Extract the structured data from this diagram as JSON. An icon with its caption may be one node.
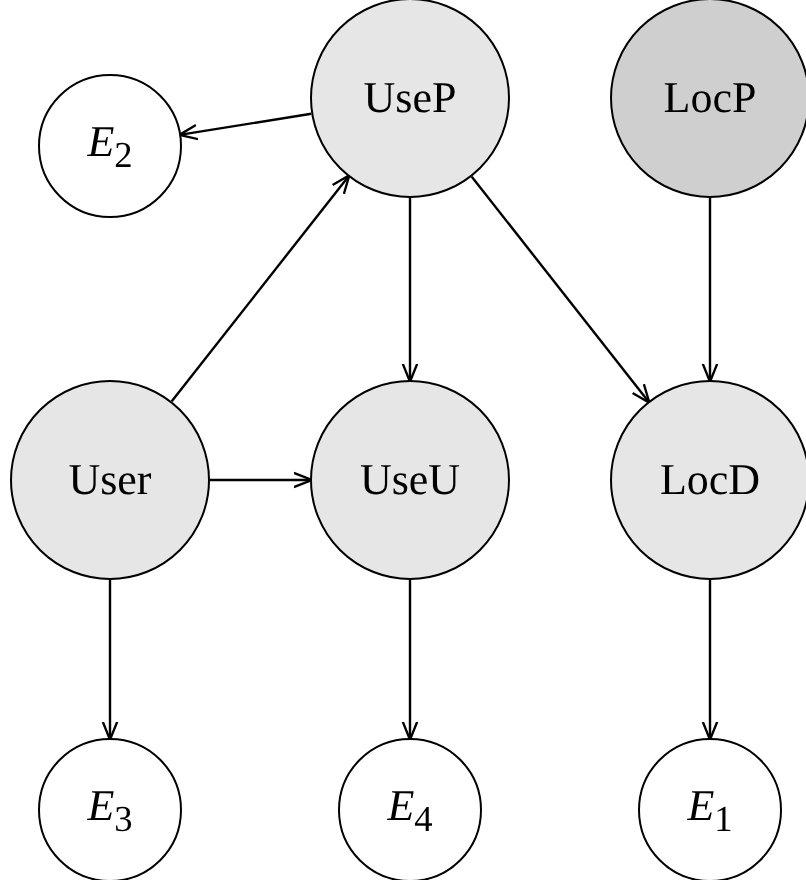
{
  "diagram": {
    "nodes": [
      {
        "text": [
          "UseP"
        ]
      },
      {
        "text": [
          "LocP"
        ]
      },
      {
        "text": [
          "*E*$_{2}$"
        ]
      },
      {
        "text": [
          "User"
        ]
      },
      {
        "text": [
          "UseU"
        ]
      },
      {
        "text": [
          "LocD"
        ]
      },
      {
        "text": [
          "*E*$_{3}$"
        ]
      },
      {
        "text": [
          "*E*$_{4}$"
        ]
      },
      {
        "text": [
          "*E*$_{1}$"
        ]
      }
    ],
    "edges": [
      {
        "from": 0,
        "to": 2,
        "arrow": "to"
      },
      {
        "from": 0,
        "to": 4,
        "arrow": "to"
      },
      {
        "from": 0,
        "to": 5,
        "arrow": "to"
      },
      {
        "from": 1,
        "to": 5,
        "arrow": "to"
      },
      {
        "from": 3,
        "to": 0,
        "arrow": "to"
      },
      {
        "from": 3,
        "to": 4,
        "arrow": "to"
      },
      {
        "from": 3,
        "to": 6,
        "arrow": "to"
      },
      {
        "from": 4,
        "to": 7,
        "arrow": "to"
      },
      {
        "from": 5,
        "to": 8,
        "arrow": "to"
      }
    ]
  }
}
